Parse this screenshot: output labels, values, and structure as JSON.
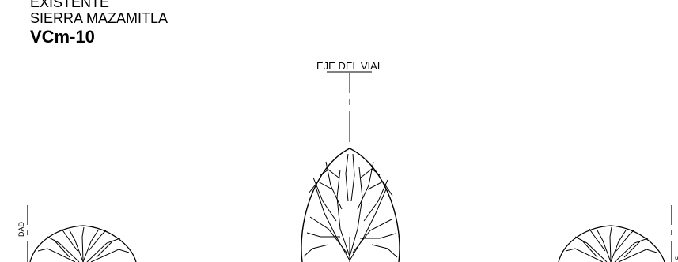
{
  "title": {
    "line1": "EXISTENTE",
    "line2": "SIERRA MAZAMITLA",
    "code": "VCm-10"
  },
  "axis": {
    "label": "EJE DEL VIAL"
  },
  "side_labels": {
    "left": "DAD",
    "right": "S"
  }
}
